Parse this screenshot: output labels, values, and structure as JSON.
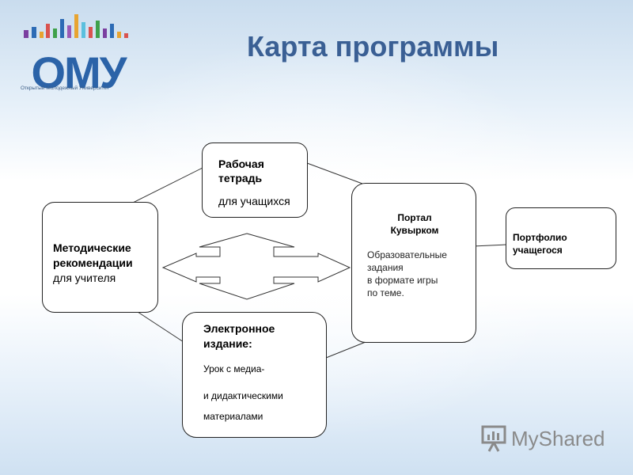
{
  "logo": {
    "name": "ОМУ",
    "subtitle": "Открытый Молодежный Университет",
    "bar_colors": [
      "#7b3fa0",
      "#2d6bb5",
      "#e8a431",
      "#d9534f",
      "#3fa14a",
      "#2d6bb5",
      "#9b59b6",
      "#5bc0de"
    ]
  },
  "title": "Карта программы",
  "nodes": {
    "workbook": {
      "title_line1": "Рабочая",
      "title_line2": "тетрадь",
      "subtitle": "для учащихся"
    },
    "method": {
      "line1": "Методические",
      "line2": "рекомендации",
      "line3": "для учителя"
    },
    "portal": {
      "title_line1": "Портал",
      "title_line2": "Кувырком",
      "desc_line1": "Образовательные",
      "desc_line2": "задания",
      "desc_line3": "в формате игры",
      "desc_line4": "по теме."
    },
    "portfolio": {
      "line1": "Портфолио",
      "line2": "учащегося"
    },
    "edition": {
      "title_line1": "Электронное",
      "title_line2": "издание:",
      "desc_line1": "Урок с медиа-",
      "desc_line2": "и дидактическими",
      "desc_line3": "материалами"
    }
  },
  "watermark": {
    "text": "MyShared"
  }
}
